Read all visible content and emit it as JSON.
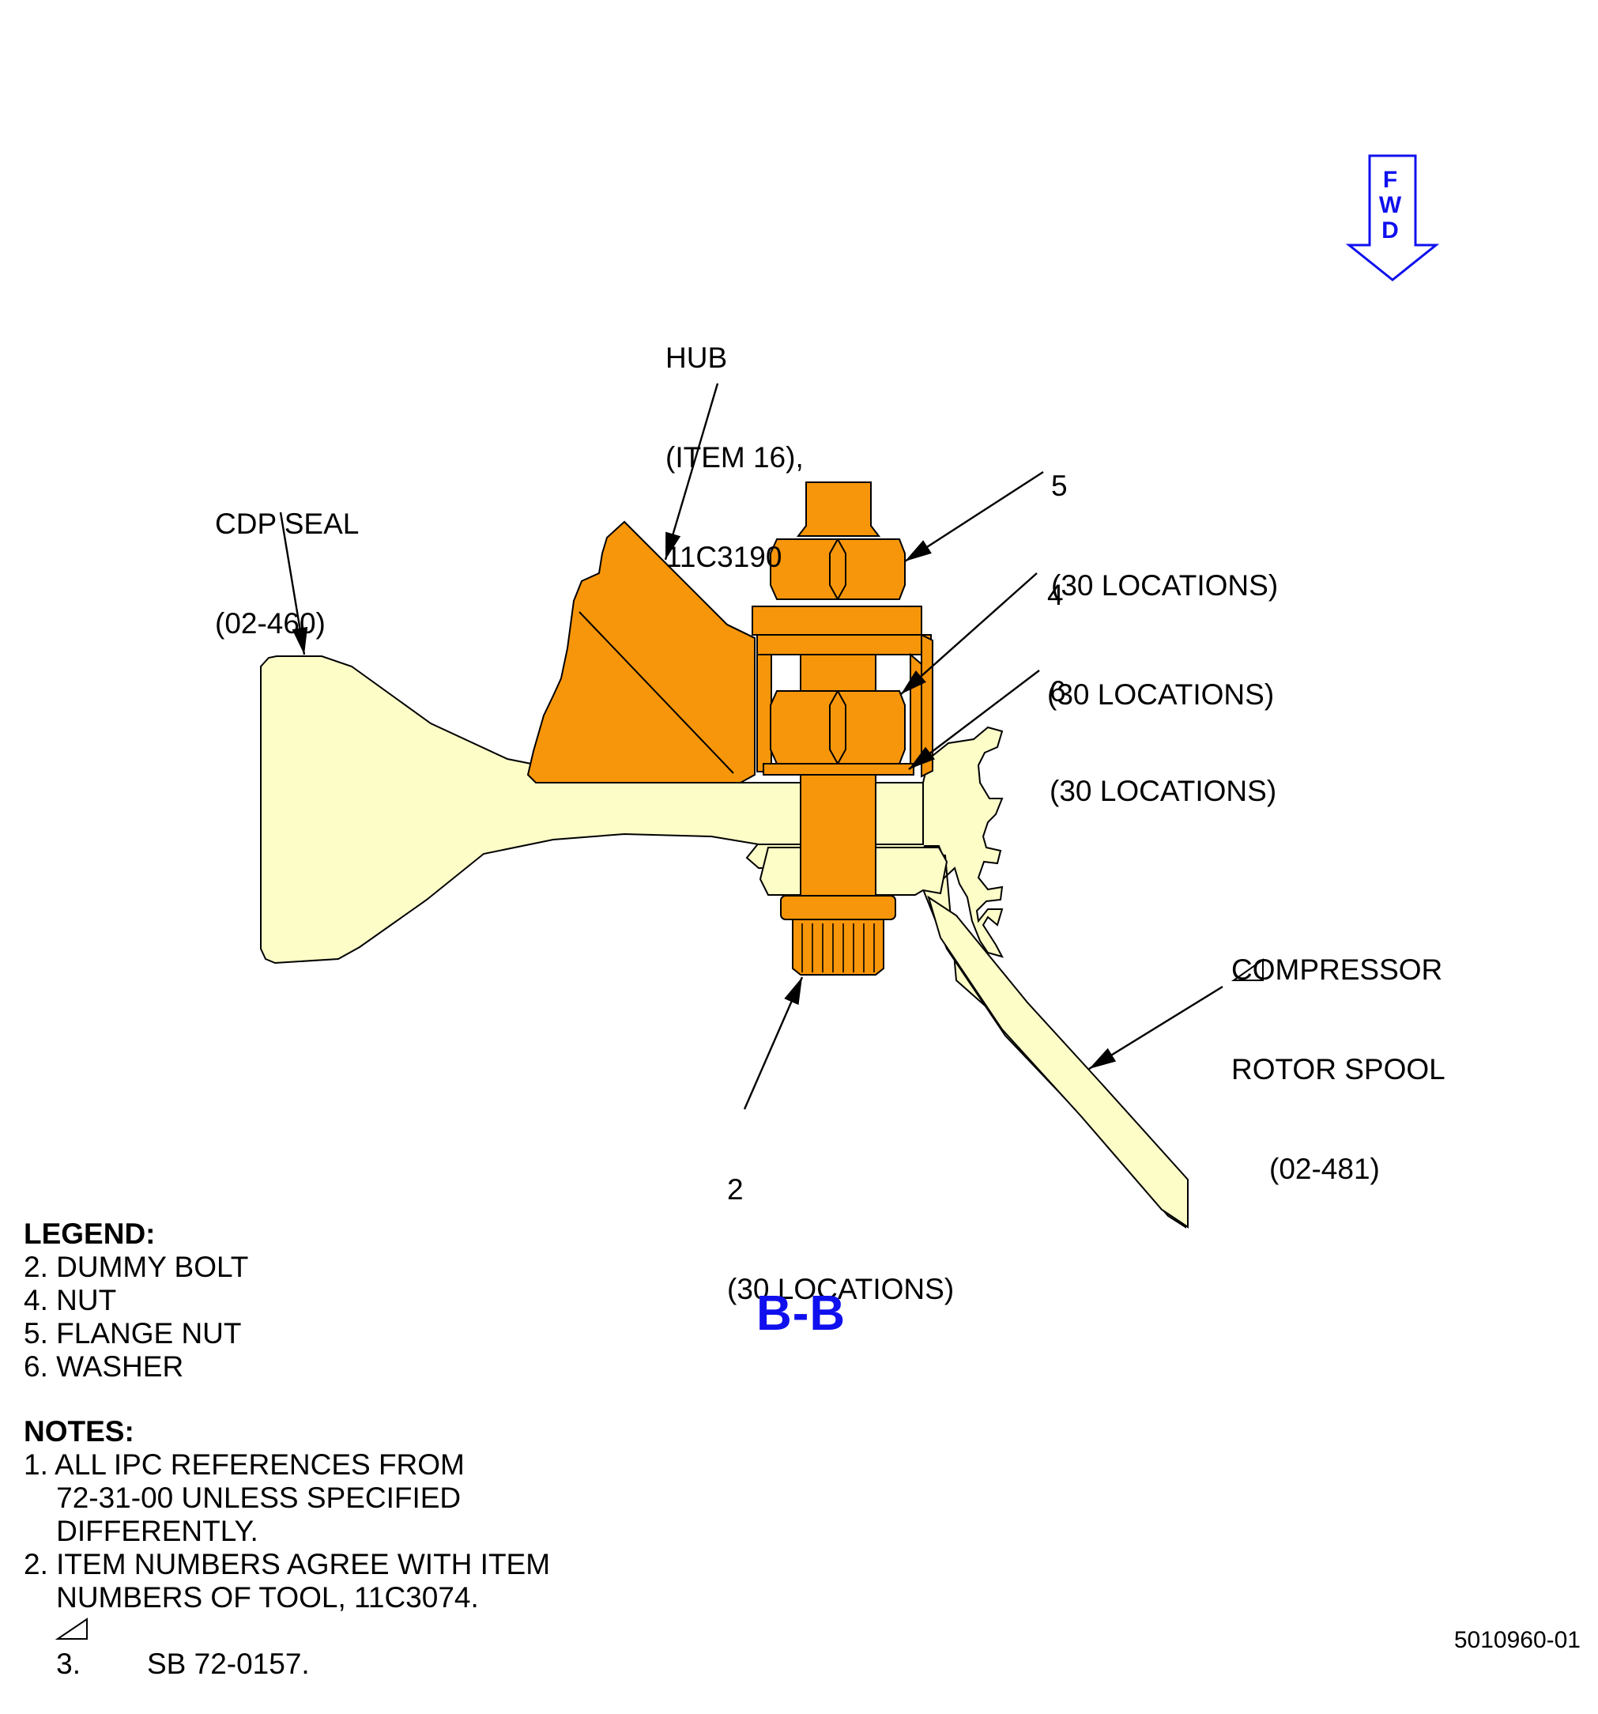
{
  "fwd_indicator": {
    "letters": [
      "F",
      "W",
      "D"
    ]
  },
  "callouts": {
    "hub": [
      "HUB",
      "(ITEM 16),",
      "11C3190"
    ],
    "cdp_seal": [
      "CDP SEAL",
      "(02-460)"
    ],
    "item5": [
      "5",
      "(30 LOCATIONS)"
    ],
    "item4": [
      "4",
      "(30 LOCATIONS)"
    ],
    "item6": [
      "6",
      "(30 LOCATIONS)"
    ],
    "compressor": [
      "COMPRESSOR",
      "ROTOR SPOOL",
      "(02-481)"
    ],
    "item2": [
      "2",
      "(30 LOCATIONS)"
    ]
  },
  "section_title": "B-B",
  "legend": {
    "heading": "LEGEND:",
    "items": [
      "2. DUMMY BOLT",
      "4. NUT",
      "5. FLANGE NUT",
      "6. WASHER"
    ]
  },
  "notes": {
    "heading": "NOTES:",
    "lines": [
      "1. ALL IPC REFERENCES FROM",
      "    72-31-00 UNLESS SPECIFIED",
      "    DIFFERENTLY.",
      "2. ITEM NUMBERS AGREE WITH ITEM",
      "    NUMBERS OF TOOL, 11C3074.",
      "3.",
      "SB 72-0157."
    ]
  },
  "figure_number": "5010960-01",
  "colors": {
    "part_orange": "#f7960a",
    "part_yellow": "#fdfdc8",
    "accent_blue": "#1010ee",
    "line": "#000000"
  },
  "icons": {
    "revision_marker": "triangle-marker-icon",
    "fwd_arrow": "down-arrow-icon"
  }
}
